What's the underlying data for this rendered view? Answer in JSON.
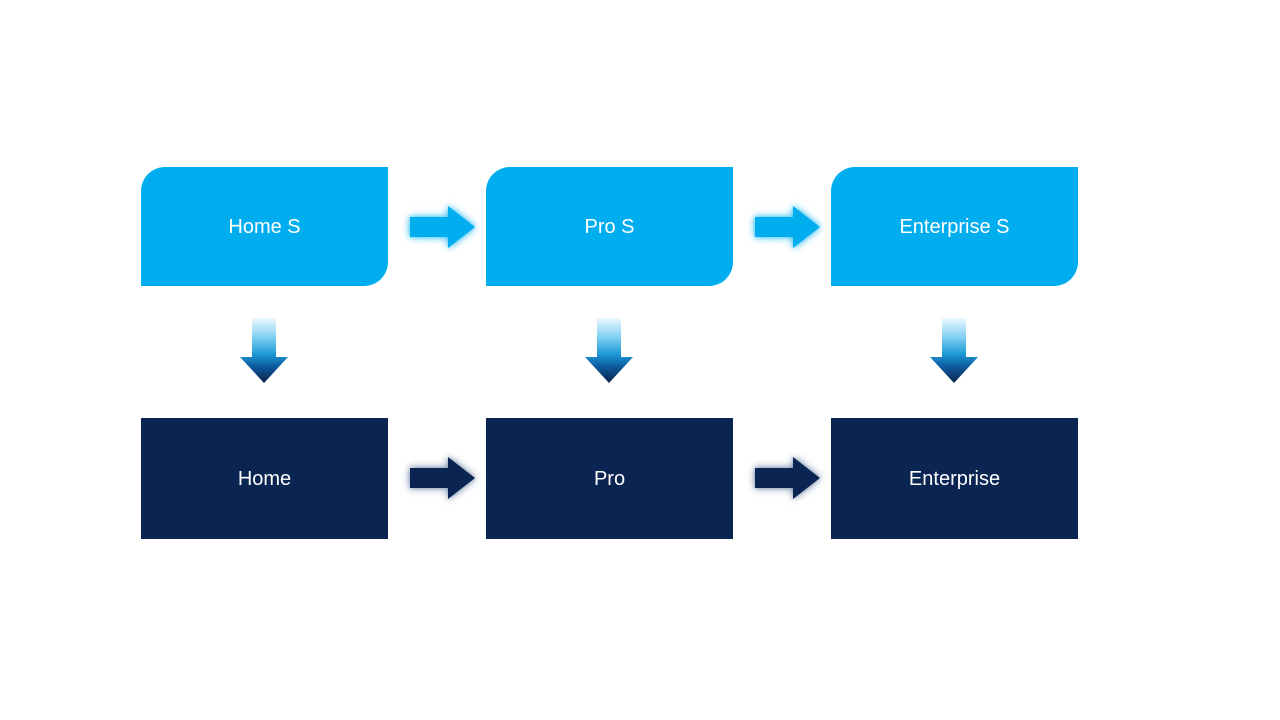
{
  "diagram": {
    "columns": [
      {
        "id": "home",
        "top_label": "Home S",
        "bottom_label": "Home"
      },
      {
        "id": "pro",
        "top_label": "Pro S",
        "bottom_label": "Pro"
      },
      {
        "id": "enterprise",
        "top_label": "Enterprise S",
        "bottom_label": "Enterprise"
      }
    ],
    "colors": {
      "light_blue": "#00AEEF",
      "dark_navy": "#0A2551",
      "text_color": "#FFFFFF",
      "background": "#FFFFFF",
      "grad_top": "#EDF8FE",
      "grad_upper": "#7FD0F2",
      "grad_mid": "#1E9AD6",
      "grad_lower": "#0C5A9E",
      "grad_bottom": "#0A2248",
      "light_glow": "rgba(0,174,239,0.55)",
      "dark_glow": "rgba(70,100,140,0.5)"
    }
  }
}
